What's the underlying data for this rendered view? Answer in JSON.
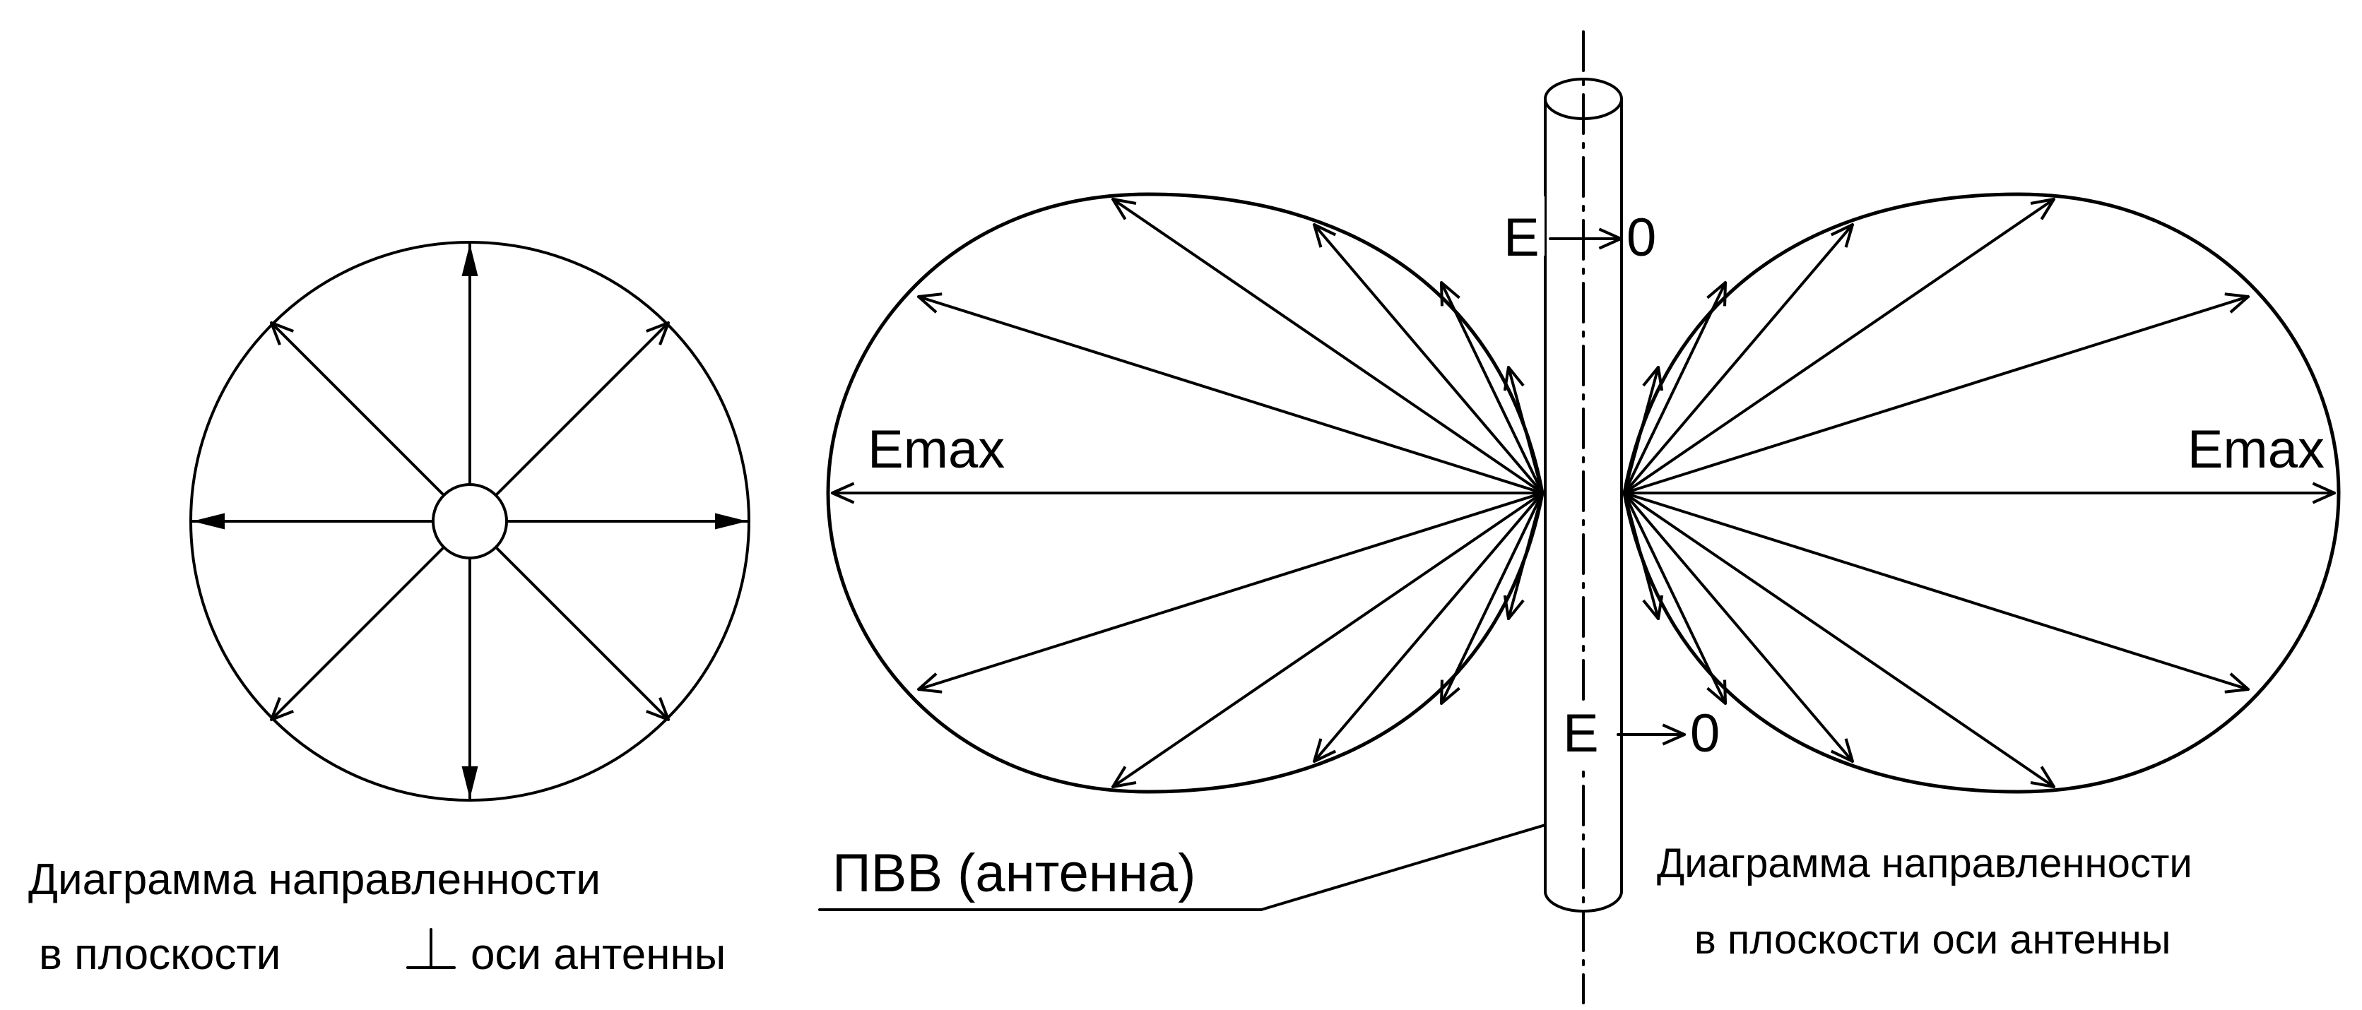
{
  "labels": {
    "emax_left": "Emax",
    "emax_right": "Emax",
    "e_top": "E",
    "zero_top": "0",
    "e_bottom": "E",
    "zero_bottom": "0",
    "antenna": "ПВВ (антенна)",
    "caption_left_line1": "Диаграмма направленности",
    "caption_left_line2_a": "в плоскости",
    "caption_left_line2_b": "оси антенны",
    "caption_right_line1": "Диаграмма направленности",
    "caption_right_line2": "в плоскости оси антенны"
  }
}
